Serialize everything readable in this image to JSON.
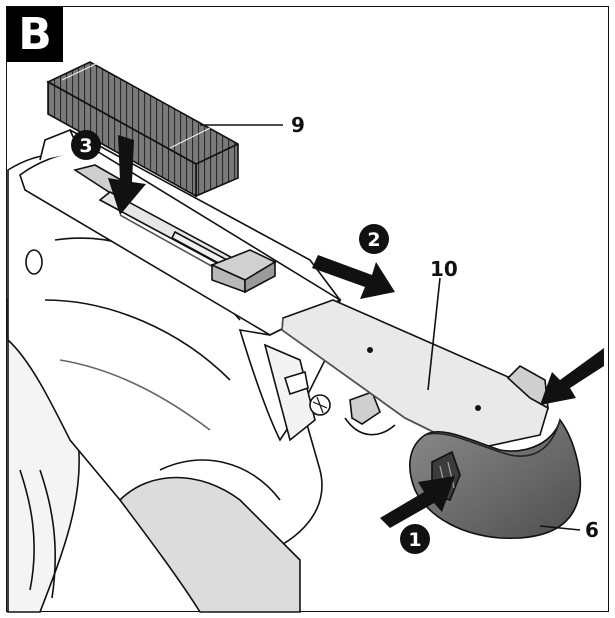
{
  "figure": {
    "badge": "B",
    "callouts": {
      "staples": "9",
      "slide": "10",
      "cap": "6"
    },
    "steps": {
      "one": "1",
      "two": "2",
      "three": "3"
    }
  },
  "colors": {
    "line": "#111111",
    "tool_fill": "#ffffff",
    "shadow": "#d6d6d6",
    "cap_fill": "#6e6e6e",
    "metal": "#e9e9e9",
    "arrow": "#111111"
  }
}
